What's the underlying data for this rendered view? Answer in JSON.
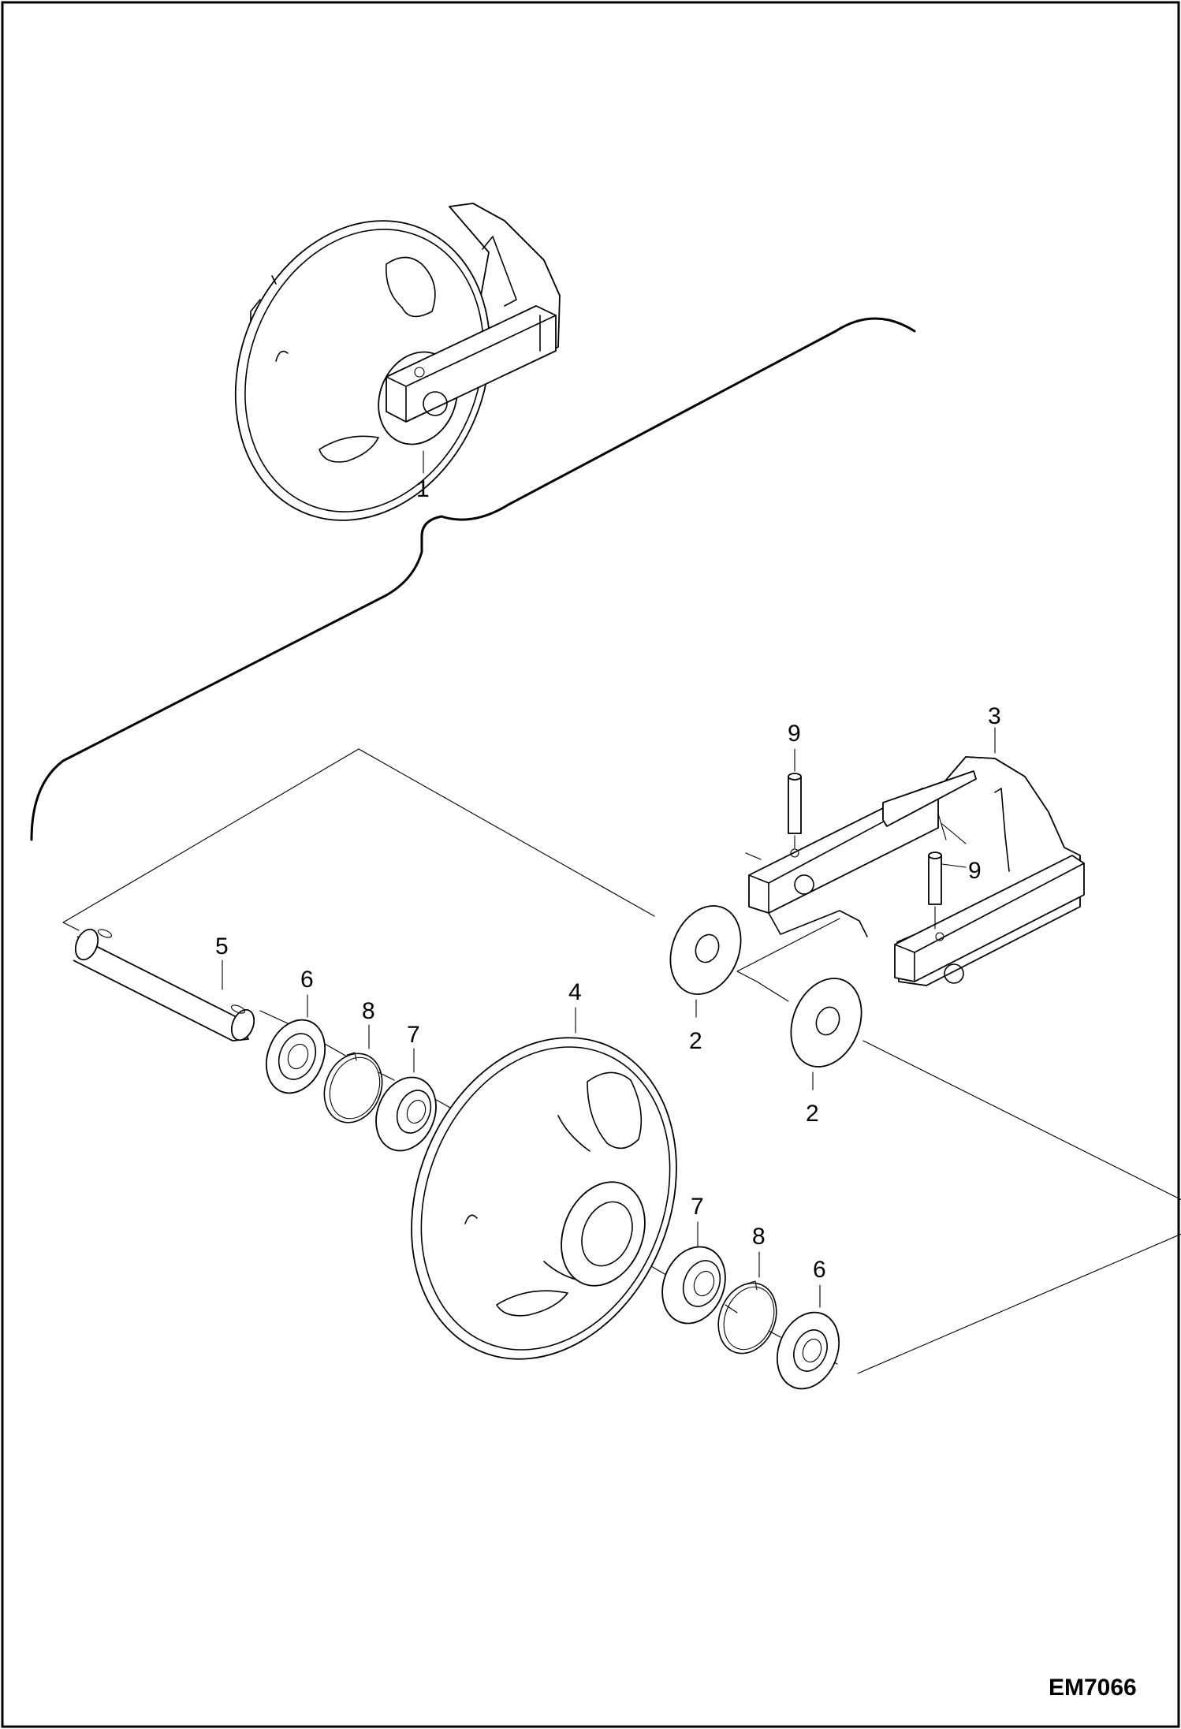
{
  "drawing_code": "EM7066",
  "callouts": [
    {
      "id": "c1",
      "label": "1"
    },
    {
      "id": "c2a",
      "label": "2"
    },
    {
      "id": "c2b",
      "label": "2"
    },
    {
      "id": "c3",
      "label": "3"
    },
    {
      "id": "c4",
      "label": "4"
    },
    {
      "id": "c5",
      "label": "5"
    },
    {
      "id": "c6a",
      "label": "6"
    },
    {
      "id": "c6b",
      "label": "6"
    },
    {
      "id": "c7a",
      "label": "7"
    },
    {
      "id": "c7b",
      "label": "7"
    },
    {
      "id": "c8a",
      "label": "8"
    },
    {
      "id": "c8b",
      "label": "8"
    },
    {
      "id": "c9a",
      "label": "9"
    },
    {
      "id": "c9b",
      "label": "9"
    }
  ]
}
